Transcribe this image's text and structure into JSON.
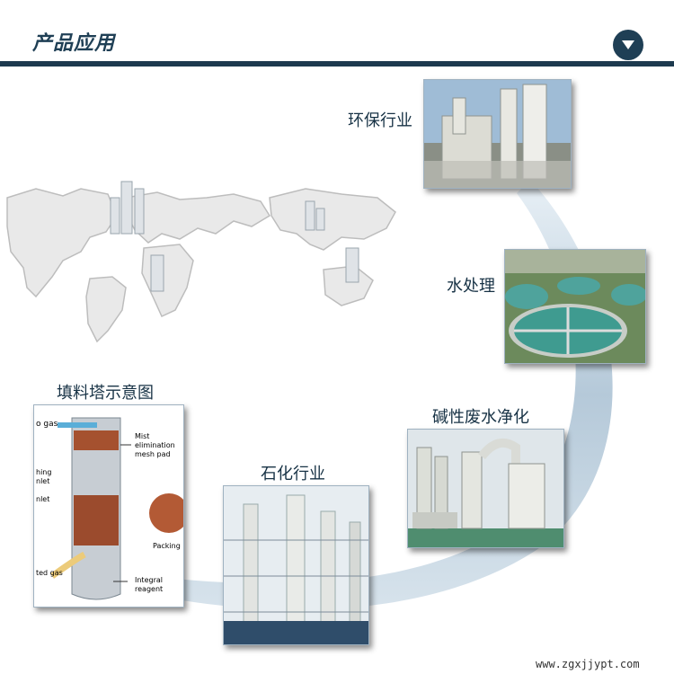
{
  "header": {
    "title": "产品应用"
  },
  "labels": {
    "env": "环保行业",
    "water": "水处理",
    "alkali": "碱性废水净化",
    "petro": "石化行业",
    "tower": "填料塔示意图"
  },
  "diagram": {
    "gas_out": "o gas",
    "mist1": "Mist",
    "mist2": "elimination",
    "mist3": "mesh pad",
    "inlet1": "hing",
    "inlet2": "nlet",
    "inlet3": "nlet",
    "packing": "Packing",
    "gas_in": "ted gas",
    "reagent1": "Integral",
    "reagent2": "reagent"
  },
  "footer": {
    "url": "www.zgxjjypt.com"
  },
  "colors": {
    "navy": "#1d3a4f",
    "swoosh": "#b7cbdb"
  }
}
